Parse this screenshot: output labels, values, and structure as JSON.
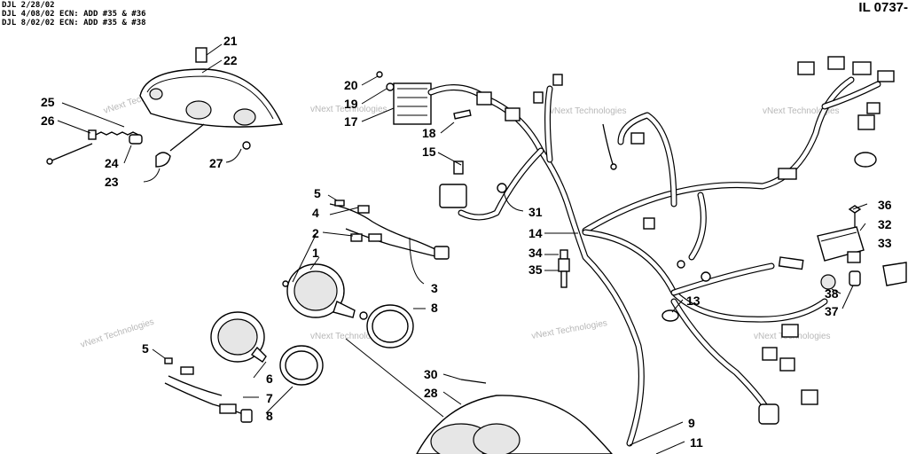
{
  "header": {
    "lines": [
      "DJL 2/28/02",
      "DJL 4/08/02 ECN: ADD #35 & #36",
      "DJL 8/02/02 ECN: ADD #35 & #38"
    ],
    "illustration_number": "IL 0737-"
  },
  "watermark": "vNext Technologies",
  "callouts": {
    "c1": "1",
    "c2": "2",
    "c3": "3",
    "c4": "4",
    "c5a": "5",
    "c5b": "5",
    "c6": "6",
    "c7": "7",
    "c8a": "8",
    "c8b": "8",
    "c9": "9",
    "c11": "11",
    "c13": "13",
    "c14": "14",
    "c15": "15",
    "c17": "17",
    "c18": "18",
    "c19": "19",
    "c20": "20",
    "c21": "21",
    "c22": "22",
    "c23": "23",
    "c24": "24",
    "c25": "25",
    "c26": "26",
    "c27": "27",
    "c28": "28",
    "c30": "30",
    "c31": "31",
    "c32": "32",
    "c33": "33",
    "c34": "34",
    "c35": "35",
    "c36": "36",
    "c37": "37",
    "c38": "38"
  }
}
